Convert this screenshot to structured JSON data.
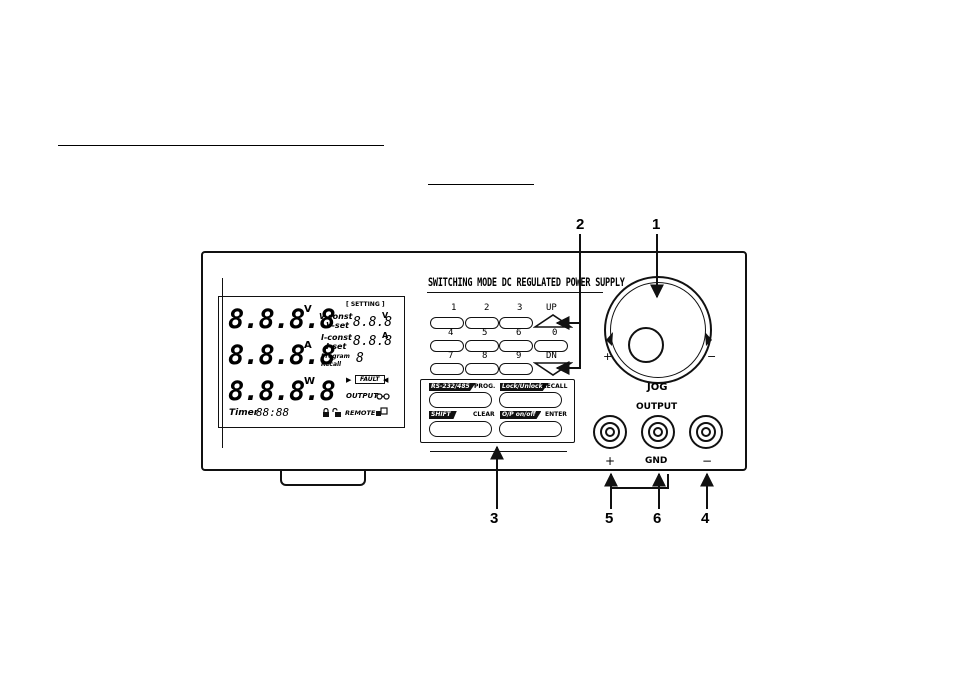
{
  "callouts": {
    "c1": "1",
    "c2": "2",
    "c3": "3",
    "c4": "4",
    "c5": "5",
    "c6": "6"
  },
  "panel": {
    "title": "SWITCHING MODE DC REGULATED POWER SUPPLY",
    "display": {
      "voltage_digits": "8.8.8.8",
      "voltage_unit": "V",
      "current_digits": "8.8.8.8",
      "current_unit": "A",
      "power_digits": "8.8.8.8",
      "power_unit": "W",
      "setting_label": "[ SETTING ]",
      "vconst_label": "V-const",
      "vset_label": "V-set",
      "vset_digits": "8.8.8",
      "vset_unit": "V",
      "iconst_label": "I-const",
      "iset_label": "I-set",
      "iset_digits": "8.8.8",
      "iset_unit": "A",
      "program_label": "Program",
      "recall_label": "Recall",
      "program_digit": "8",
      "fault_label": "FAULT",
      "output_label": "OUTPUT",
      "timer_label": "Timer",
      "timer_digits": "88:88",
      "remote_label": "REMOTE"
    },
    "keypad": {
      "digits": [
        "1",
        "2",
        "3",
        "4",
        "5",
        "6",
        "7",
        "8",
        "9",
        "0"
      ],
      "up_label": "UP",
      "dn_label": "DN"
    },
    "function_keys": {
      "rs_label": "RS-232/485",
      "prog_label": "PROG.",
      "lock_label": "Lock/Unlock",
      "recall_label": "RECALL",
      "shift_label": "SHIFT",
      "clear_label": "CLEAR",
      "onoff_label": "O/P on/off",
      "enter_label": "ENTER"
    },
    "jog": {
      "label": "JOG",
      "plus": "+",
      "minus": "−"
    },
    "output": {
      "label": "OUTPUT",
      "plus": "+",
      "gnd": "GND",
      "minus": "−"
    }
  }
}
